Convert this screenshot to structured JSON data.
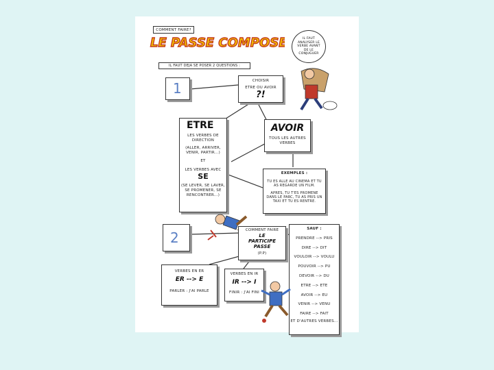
{
  "header": {
    "question": "COMMENT FAIRE?",
    "title": "LE PASSE COMPOSE ?!"
  },
  "speech_bubble": [
    "IL FAUT",
    "ANALYSER LE",
    "VERBE AVANT",
    "DE LE",
    "CONJUGUER"
  ],
  "intro": "IL FAUT DEJA SE POSER 2 QUESTIONS :",
  "step1": {
    "number": "1",
    "choose_text": "CHOISIR",
    "choose_question": "ETRE OU AVOIR",
    "choose_mark": "?!"
  },
  "etre": {
    "title": "ETRE",
    "direction_label": "LES VERBES DE DIRECTION",
    "direction_examples": "(ALLER, ARRIVER, VENIR, PARTIR...)",
    "and": "ET",
    "se_label": "LES VERBES AVEC",
    "se_word": "SE",
    "se_examples": "(SE LEVER, SE LAVER, SE PROMENER, SE RENCONTRER...)"
  },
  "avoir": {
    "title": "AVOIR",
    "label": "TOUS LES AUTRES VERBES"
  },
  "examples": {
    "title": "EXEMPLES :",
    "line1": "TU ES ALLE AU CINEMA ET TU AS REGARDE UN FILM.",
    "line2": "APRES, TU T'ES PROMENE DANS LE PARC, TU AS PRIS UN TAXI ET TU ES RENTRE."
  },
  "step2": {
    "number": "2",
    "q_text": "COMMENT FAIRE",
    "q_word1": "LE",
    "q_word2": "PARTICIPE",
    "q_word3": "PASSE",
    "q_abbr": "(P.P)"
  },
  "er": {
    "title": "VERBES EN ER",
    "rule": "ER --> E",
    "example": "PARLER : J'AI PARLE"
  },
  "ir": {
    "title": "VERBES EN IR",
    "rule": "IR --> I",
    "example": "FINIR : J'AI FINI"
  },
  "sauf": {
    "title": "SAUF :",
    "items": [
      "PRENDRE --> PRIS",
      "DIRE --> DIT",
      "VOULOIR --> VOULU",
      "POUVOIR --> PU",
      "DEVOIR --> DU",
      "ETRE --> ETE",
      "AVOIR --> EU",
      "VENIR --> VENU",
      "FAIRE --> FAIT"
    ],
    "footer": "ET D'AUTRES VERBES..."
  },
  "colors": {
    "background": "#dff4f4",
    "title_fill": "#f3c400",
    "title_stroke": "#c43a1c",
    "number_blue": "#5a7fc4"
  }
}
